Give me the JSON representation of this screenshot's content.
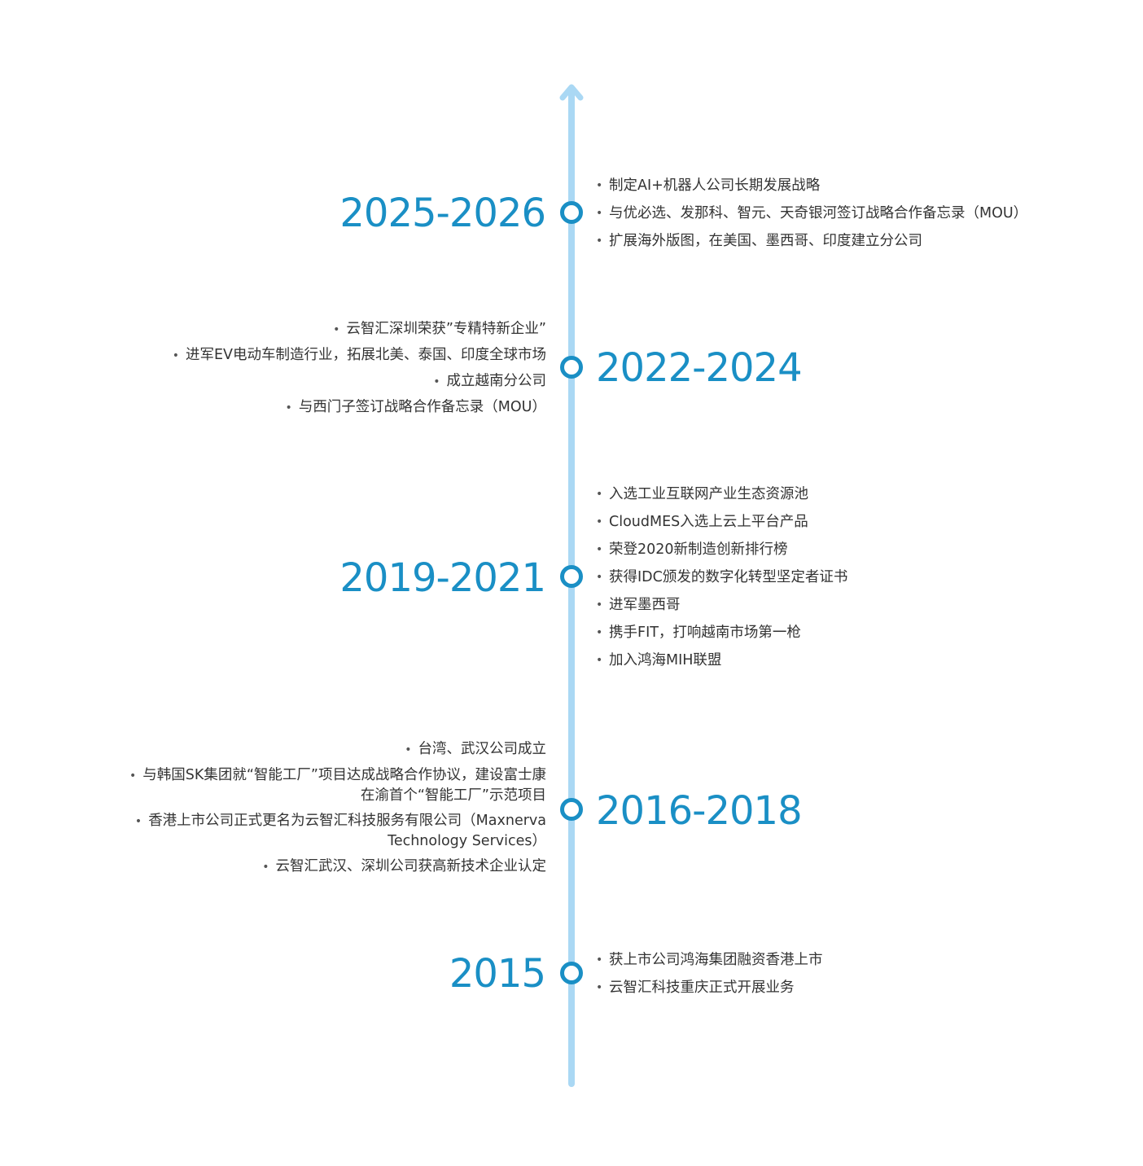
{
  "timeline": {
    "periods": [
      {
        "year": "2025-2026",
        "events": [
          "制定AI+机器人公司长期发展战略",
          "与优必选、发那科、智元、天奇银河签订战略合作备忘录（MOU）",
          "扩展海外版图，在美国、墨西哥、印度建立分公司"
        ]
      },
      {
        "year": "2022-2024",
        "events": [
          "云智汇深圳荣获”专精特新企业”",
          "进军EV电动车制造行业，拓展北美、泰国、印度全球市场",
          "成立越南分公司",
          "与西门子签订战略合作备忘录（MOU）"
        ]
      },
      {
        "year": "2019-2021",
        "events": [
          "入选工业互联网产业生态资源池",
          "CloudMES入选上云上平台产品",
          "荣登2020新制造创新排行榜",
          "获得IDC颁发的数字化转型坚定者证书",
          "进军墨西哥",
          "携手FIT，打响越南市场第一枪",
          "加入鸿海MIH联盟"
        ]
      },
      {
        "year": "2016-2018",
        "events": [
          "台湾、武汉公司成立",
          "与韩国SK集团就“智能工厂”项目达成战略合作协议，建设富士康",
          "在渝首个“智能工厂”示范项目",
          "香港上市公司正式更名为云智汇科技服务有限公司（Maxnerva",
          "Technology Services）",
          "云智汇武汉、深圳公司获高新技术企业认定"
        ]
      },
      {
        "year": "2015",
        "events": [
          "获上市公司鸿海集团融资香港上市",
          "云智汇科技重庆正式开展业务"
        ]
      }
    ]
  },
  "colors": {
    "accent": "#1a8fc5",
    "axis": "#aad8f4",
    "text": "#333333"
  }
}
